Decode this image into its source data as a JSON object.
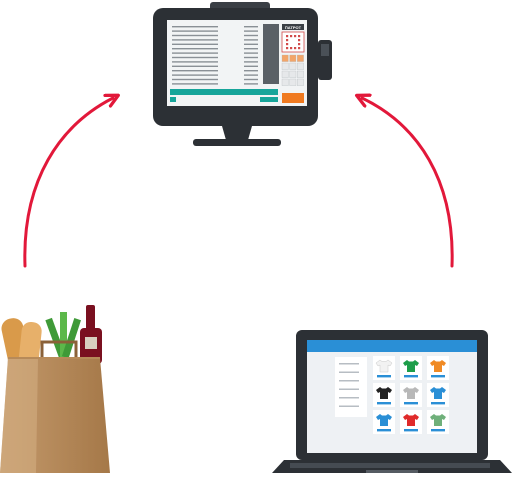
{
  "diagram": {
    "nodes": [
      {
        "id": "pos-terminal",
        "kind": "pos-terminal"
      },
      {
        "id": "grocery-bag",
        "kind": "grocery-bag"
      },
      {
        "id": "laptop-store",
        "kind": "laptop-online-store"
      }
    ],
    "edges": [
      {
        "from": "grocery-bag",
        "to": "pos-terminal"
      },
      {
        "from": "laptop-store",
        "to": "pos-terminal"
      }
    ]
  },
  "pos": {
    "brand": "ПАТРОТ"
  },
  "shop": {
    "shirt_colors": [
      "#f2f2f2",
      "#1e9e4a",
      "#f08a24",
      "#222222",
      "#b8b8b8",
      "#2a8fd6",
      "#2a8fd6",
      "#e02a2a",
      "#6fb07a"
    ]
  },
  "colors": {
    "arrow": "#e2183a",
    "accent_teal": "#17a59a",
    "accent_orange": "#f07a20",
    "store_header": "#2a8fd6"
  }
}
